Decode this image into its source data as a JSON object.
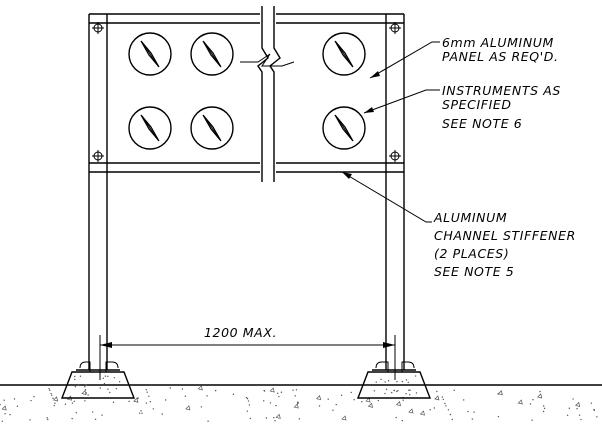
{
  "callouts": {
    "panel": [
      "6mm ALUMINUM",
      "PANEL AS REQ'D."
    ],
    "instruments": [
      "INSTRUMENTS AS",
      "SPECIFIED",
      "SEE NOTE 6"
    ],
    "stiffener": [
      "ALUMINUM",
      "CHANNEL STIFFENER",
      "(2 PLACES)",
      "SEE NOTE 5"
    ]
  },
  "dimension": {
    "label": "1200 MAX."
  },
  "counts": {
    "gauges": 6,
    "bolts": 4,
    "footings": 2
  },
  "colors": {
    "line": "#000000",
    "background": "#ffffff",
    "concrete_speckle": "#555555"
  }
}
